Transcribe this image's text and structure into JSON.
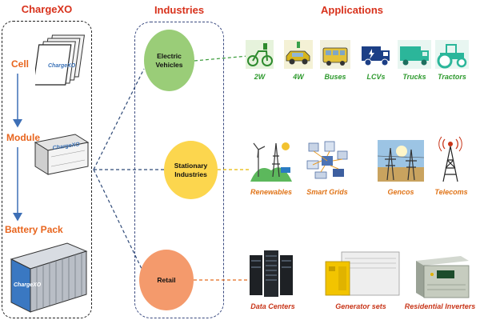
{
  "brand": {
    "name": "ChargeXO"
  },
  "headings": {
    "industries": "Industries",
    "applications": "Applications"
  },
  "stages": [
    {
      "label": "Cell",
      "product_brand": "ChargeXO"
    },
    {
      "label": "Module",
      "product_brand": "ChargeXO"
    },
    {
      "label": "Battery Pack",
      "product_brand": "ChargeXO"
    }
  ],
  "industries": [
    {
      "label": "Electric Vehicles",
      "color": "#9acd78"
    },
    {
      "label": "Stationary Industries",
      "color": "#fcd64e"
    },
    {
      "label": "Retail",
      "color": "#f49a6c"
    }
  ],
  "applications": {
    "ev": [
      "2W",
      "4W",
      "Buses",
      "LCVs",
      "Trucks",
      "Tractors"
    ],
    "stationary": [
      "Renewables",
      "Smart Grids",
      "Gencos",
      "Telecoms"
    ],
    "retail": [
      "Data Centers",
      "Generator sets",
      "Residential Inverters"
    ]
  },
  "colors": {
    "heading": "#d8321c",
    "stage": "#e8651e",
    "ev_line": "#3f9e3f",
    "stationary_line": "#e8b800",
    "retail_line": "#e46a1e",
    "ev_label": "#2e9a2e",
    "stationary_label": "#e07418",
    "retail_label": "#c8361a",
    "arrow": "#3d6fb6"
  }
}
